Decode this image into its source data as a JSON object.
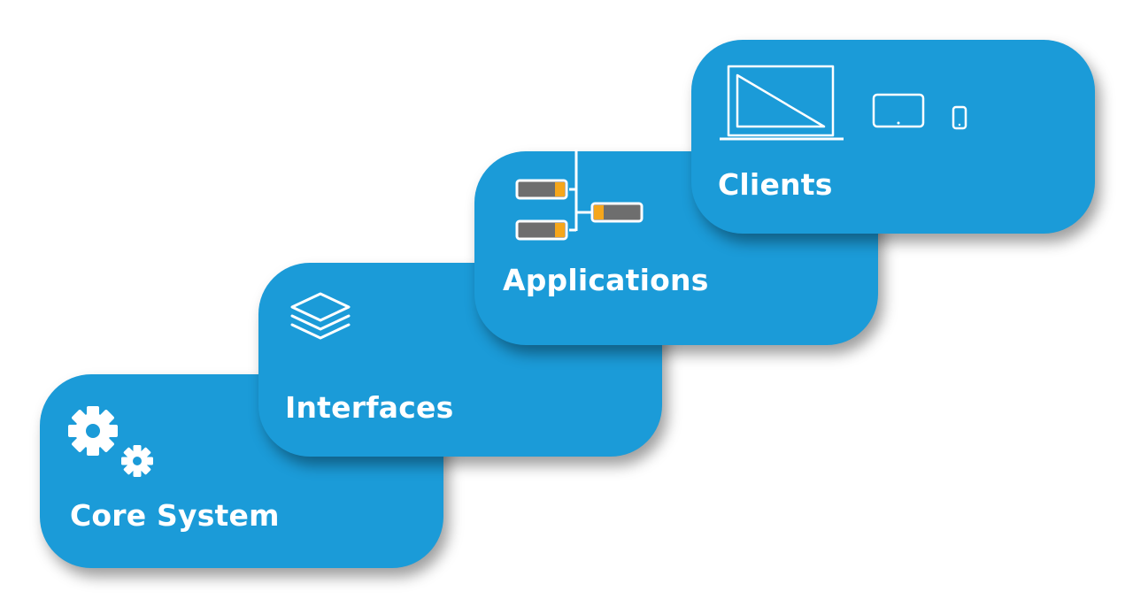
{
  "diagram": {
    "layers": [
      {
        "label": "Core System",
        "icon": "gears-icon"
      },
      {
        "label": "Interfaces",
        "icon": "layers-icon"
      },
      {
        "label": "Applications",
        "icon": "app-flow-icon"
      },
      {
        "label": "Clients",
        "icon": "devices-icon"
      }
    ],
    "colors": {
      "card": "#1b9bd8",
      "icon": "#ffffff",
      "block_fill": "#6e6e6e",
      "block_accent": "#f5a61b"
    }
  }
}
